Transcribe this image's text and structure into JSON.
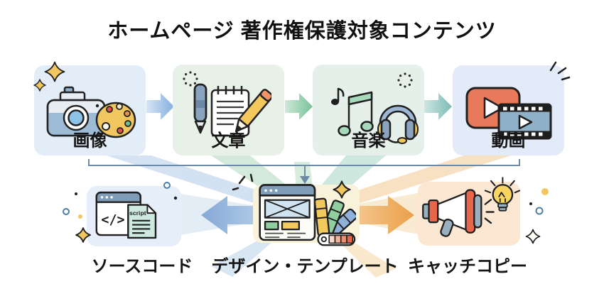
{
  "title": "ホームページ 著作権保護対象コンテンツ",
  "top_row": [
    {
      "label": "画像",
      "icon": "camera-palette-icon"
    },
    {
      "label": "文章",
      "icon": "pen-notepad-icon"
    },
    {
      "label": "音楽",
      "icon": "music-headphones-icon"
    },
    {
      "label": "動画",
      "icon": "video-filmstrip-icon"
    }
  ],
  "bottom_row": [
    {
      "label": "ソースコード",
      "icon": "source-code-icon"
    },
    {
      "label": "デザイン・テンプレート",
      "icon": "design-template-icon"
    },
    {
      "label": "キャッチコピー",
      "icon": "megaphone-bulb-icon"
    }
  ],
  "source_code_icon": {
    "code_glyph": "</>",
    "doc_label": "script"
  },
  "colors": {
    "card_blue": "#e3edf8",
    "card_green": "#e8f1e8",
    "card_teal_green": "#e6f0ea",
    "card_blue_2": "#e2ebf7",
    "tile_blue": "#e6eff9",
    "tile_cream": "#faf3dc",
    "tile_peach": "#fbe7d2",
    "arrow_blue": "#84aede",
    "arrow_green": "#77c298",
    "arrow_teal": "#7bbcb4",
    "big_arrow_left_blue": "#84a9d6",
    "big_arrow_right_orange": "#eb9f49",
    "bracket_gray_blue": "#6d8aa6",
    "title_text": "#111111"
  }
}
